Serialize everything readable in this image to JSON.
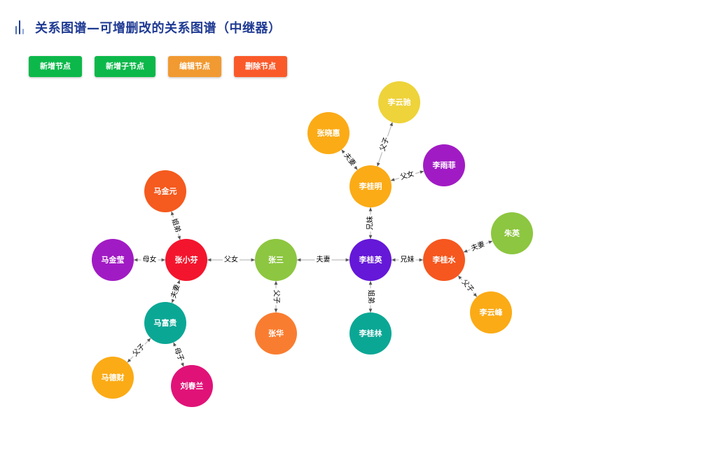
{
  "header": {
    "title": "关系图谱—可增删改的关系图谱（中继器）",
    "icon": "bar-chart-icon"
  },
  "toolbar": {
    "buttons": [
      {
        "label": "新增节点",
        "color": "#0cb84a"
      },
      {
        "label": "新增子节点",
        "color": "#0cb84a"
      },
      {
        "label": "编辑节点",
        "color": "#f19a32"
      },
      {
        "label": "删除节点",
        "color": "#fa5a2a"
      }
    ]
  },
  "graph": {
    "nodes": [
      {
        "id": "maJinYuan",
        "label": "马金元",
        "color": "#f55a1e"
      },
      {
        "id": "maJinYing",
        "label": "马金莹",
        "color": "#a11bc4"
      },
      {
        "id": "zhangXiaoFen",
        "label": "张小芬",
        "color": "#f3152d"
      },
      {
        "id": "maFuGui",
        "label": "马富贵",
        "color": "#0ba795"
      },
      {
        "id": "maDeCai",
        "label": "马德财",
        "color": "#fbab16"
      },
      {
        "id": "liuChunLan",
        "label": "刘春兰",
        "color": "#e01278"
      },
      {
        "id": "zhangSan",
        "label": "张三",
        "color": "#8dc640"
      },
      {
        "id": "zhangHua",
        "label": "张华",
        "color": "#f97d30"
      },
      {
        "id": "liGuiYing",
        "label": "李桂英",
        "color": "#6518d8"
      },
      {
        "id": "liGuiLin",
        "label": "李桂林",
        "color": "#0ba795"
      },
      {
        "id": "liGuiShui",
        "label": "李桂水",
        "color": "#f5571f"
      },
      {
        "id": "zhuYing",
        "label": "朱英",
        "color": "#8dc640"
      },
      {
        "id": "liYunFeng",
        "label": "李云峰",
        "color": "#fbab16"
      },
      {
        "id": "liGuiMing",
        "label": "李桂明",
        "color": "#fbab16"
      },
      {
        "id": "zhangXiaoHui",
        "label": "张晓惠",
        "color": "#fbab16"
      },
      {
        "id": "liYunChi",
        "label": "李云驰",
        "color": "#eed33a"
      },
      {
        "id": "liYuFei",
        "label": "李雨菲",
        "color": "#a11bc4"
      }
    ],
    "edges": [
      {
        "from": "zhangXiaoFen",
        "to": "maJinYuan",
        "label": "姐弟"
      },
      {
        "from": "zhangXiaoFen",
        "to": "maJinYing",
        "label": "母女"
      },
      {
        "from": "zhangXiaoFen",
        "to": "maFuGui",
        "label": "夫妻"
      },
      {
        "from": "maFuGui",
        "to": "maDeCai",
        "label": "父子"
      },
      {
        "from": "maFuGui",
        "to": "liuChunLan",
        "label": "母子"
      },
      {
        "from": "zhangSan",
        "to": "zhangXiaoFen",
        "label": "父女"
      },
      {
        "from": "zhangSan",
        "to": "zhangHua",
        "label": "父子"
      },
      {
        "from": "zhangSan",
        "to": "liGuiYing",
        "label": "夫妻"
      },
      {
        "from": "liGuiYing",
        "to": "liGuiLin",
        "label": "姐弟"
      },
      {
        "from": "liGuiYing",
        "to": "liGuiShui",
        "label": "兄妹"
      },
      {
        "from": "liGuiYing",
        "to": "liGuiMing",
        "label": "兄妹"
      },
      {
        "from": "liGuiShui",
        "to": "zhuYing",
        "label": "夫妻"
      },
      {
        "from": "liGuiShui",
        "to": "liYunFeng",
        "label": "父子"
      },
      {
        "from": "liGuiMing",
        "to": "zhangXiaoHui",
        "label": "夫妻"
      },
      {
        "from": "liGuiMing",
        "to": "liYunChi",
        "label": "父子"
      },
      {
        "from": "liGuiMing",
        "to": "liYuFei",
        "label": "父女"
      }
    ]
  }
}
